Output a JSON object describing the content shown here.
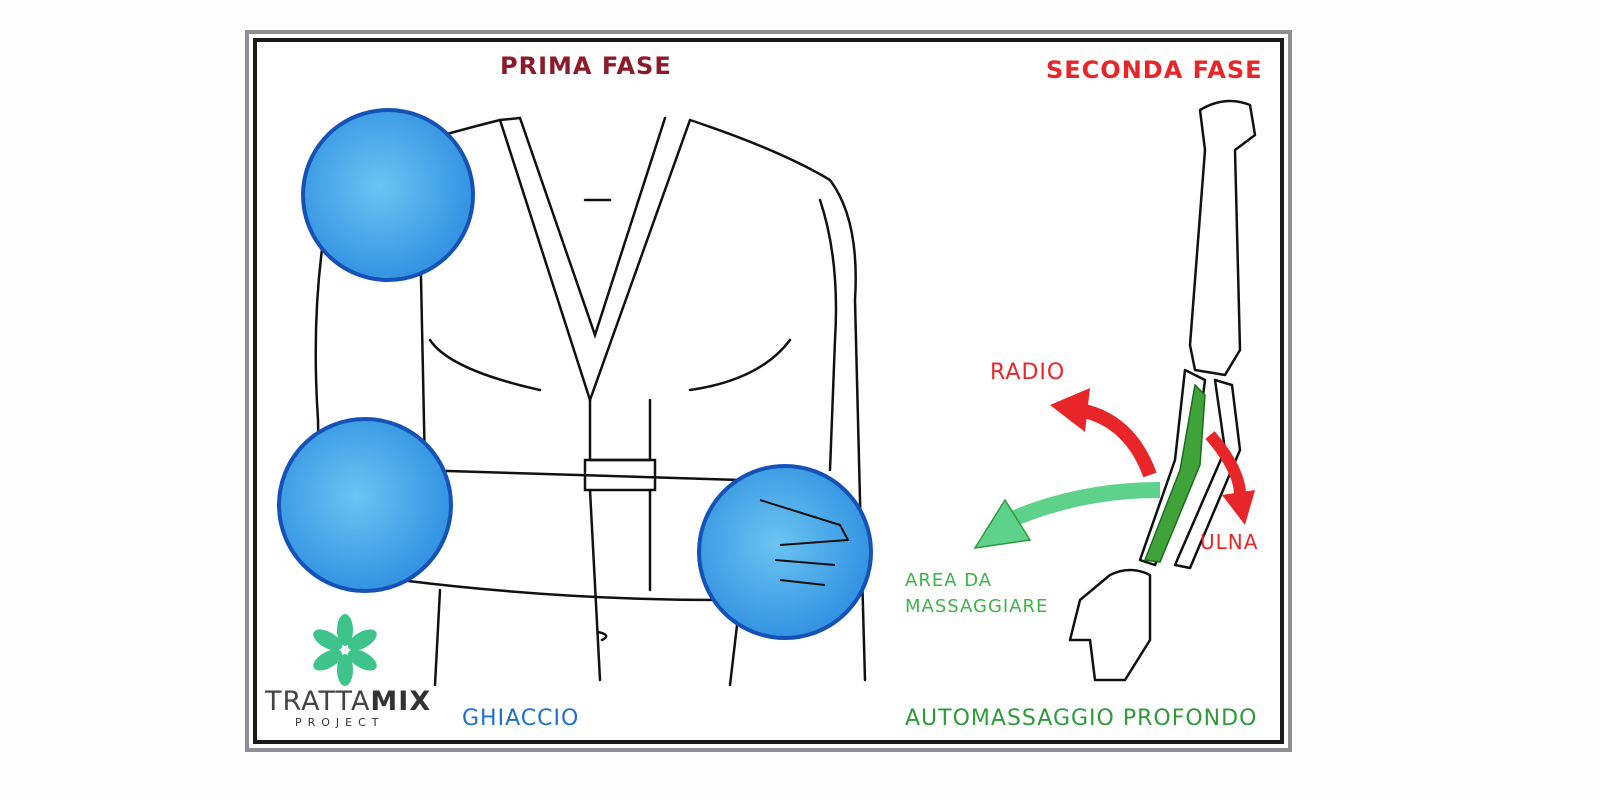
{
  "titles": {
    "first_phase": "PRIMA FASE",
    "second_phase": "SECONDA FASE"
  },
  "labels": {
    "radius": "RADIO",
    "ulna": "ULNA",
    "area_line1": "AREA DA",
    "area_line2": "MASSAGGIARE",
    "ice": "GHIACCIO",
    "self_massage": "AUTOMASSAGGIO PROFONDO"
  },
  "logo": {
    "name_light": "TRATTA",
    "name_bold": "MIX",
    "subtitle": "PROJECT"
  },
  "colors": {
    "ice": "#3aa0e8",
    "ice_edge": "#1552b8",
    "red": "#e8262a",
    "green": "#3fb24a",
    "dark_red": "#8b1a2a"
  }
}
